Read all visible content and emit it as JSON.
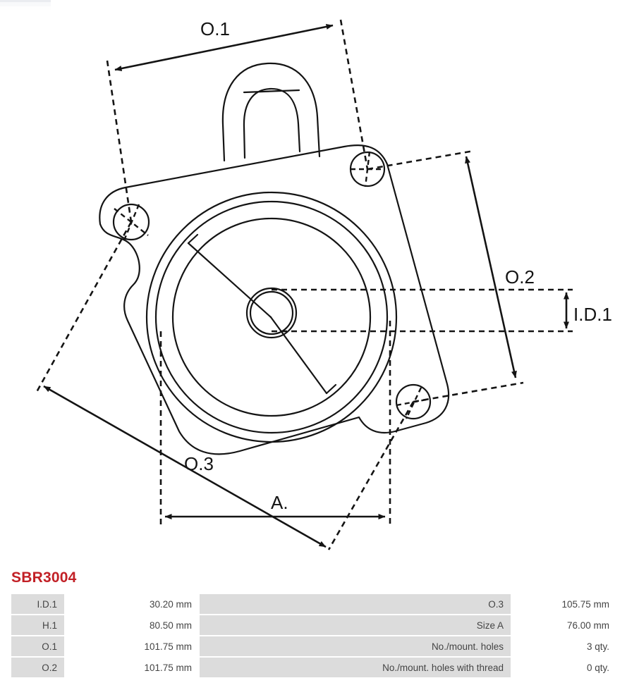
{
  "part": {
    "number": "SBR3004"
  },
  "drawing": {
    "type": "technical-drawing",
    "subject": "starter motor brush holder / drive end cover",
    "labels": {
      "o1": "O.1",
      "o2": "O.2",
      "o3": "O.3",
      "id1": "I.D.1",
      "a": "A."
    }
  },
  "spec_table": {
    "rows": [
      {
        "left_label": "I.D.1",
        "left_value": "30.20 mm",
        "right_label": "O.3",
        "right_value": "105.75 mm"
      },
      {
        "left_label": "H.1",
        "left_value": "80.50 mm",
        "right_label": "Size A",
        "right_value": "76.00 mm"
      },
      {
        "left_label": "O.1",
        "left_value": "101.75 mm",
        "right_label": "No./mount. holes",
        "right_value": "3 qty."
      },
      {
        "left_label": "O.2",
        "left_value": "101.75 mm",
        "right_label": "No./mount. holes with thread",
        "right_value": "0 qty."
      }
    ]
  },
  "colors": {
    "part_number": "#c22026",
    "label_cell_bg": "#dcdcdc",
    "value_cell_bg": "#ffffff",
    "text": "#444444",
    "line": "#1a1a1a"
  }
}
